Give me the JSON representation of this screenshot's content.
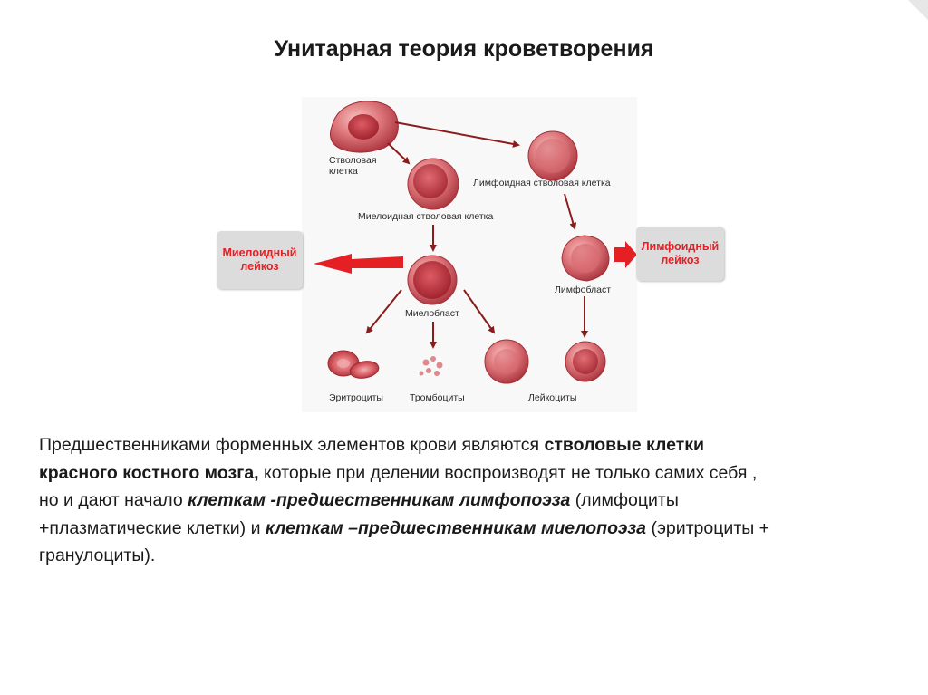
{
  "slide": {
    "title": "Унитарная теория кроветворения"
  },
  "diagram": {
    "stem_cell_line1": "Стволовая",
    "stem_cell_line2": "клетка",
    "myeloid_stem": "Миелоидная стволовая клетка",
    "lymphoid_stem": "Лимфоидная стволовая клетка",
    "myeloblast": "Миелобласт",
    "lymphoblast": "Лимфобласт",
    "erythrocytes": "Эритроциты",
    "thrombocytes": "Тромбоциты",
    "leukocytes": "Лейкоциты",
    "myeloid_leukosis_line1": "Миелоидный",
    "myeloid_leukosis_line2": "лейкоз",
    "lymphoid_leukosis_line1": "Лимфоидный",
    "lymphoid_leukosis_line2": "лейкоз",
    "colors": {
      "accent": "#e52025",
      "arrow": "#8b1c1c",
      "cell": "#c9464e",
      "box": "#dcdcdc"
    }
  },
  "text": {
    "s1": "Предшественниками форменных элементов крови являются ",
    "s2": "стволовые клетки",
    "s3": "красного костного мозга,",
    "s4": " которые при делении воспроизводят не только самих себя ,",
    "s5": "но и дают начало ",
    "s6": "клеткам -предшественникам лимфопоэза",
    "s7": "  (лимфоциты",
    "s8": "+плазматические клетки) и ",
    "s9": "клеткам –предшественникам   миелопоэза",
    "s10": " (эритроциты +",
    "s11": "гранулоциты)."
  }
}
